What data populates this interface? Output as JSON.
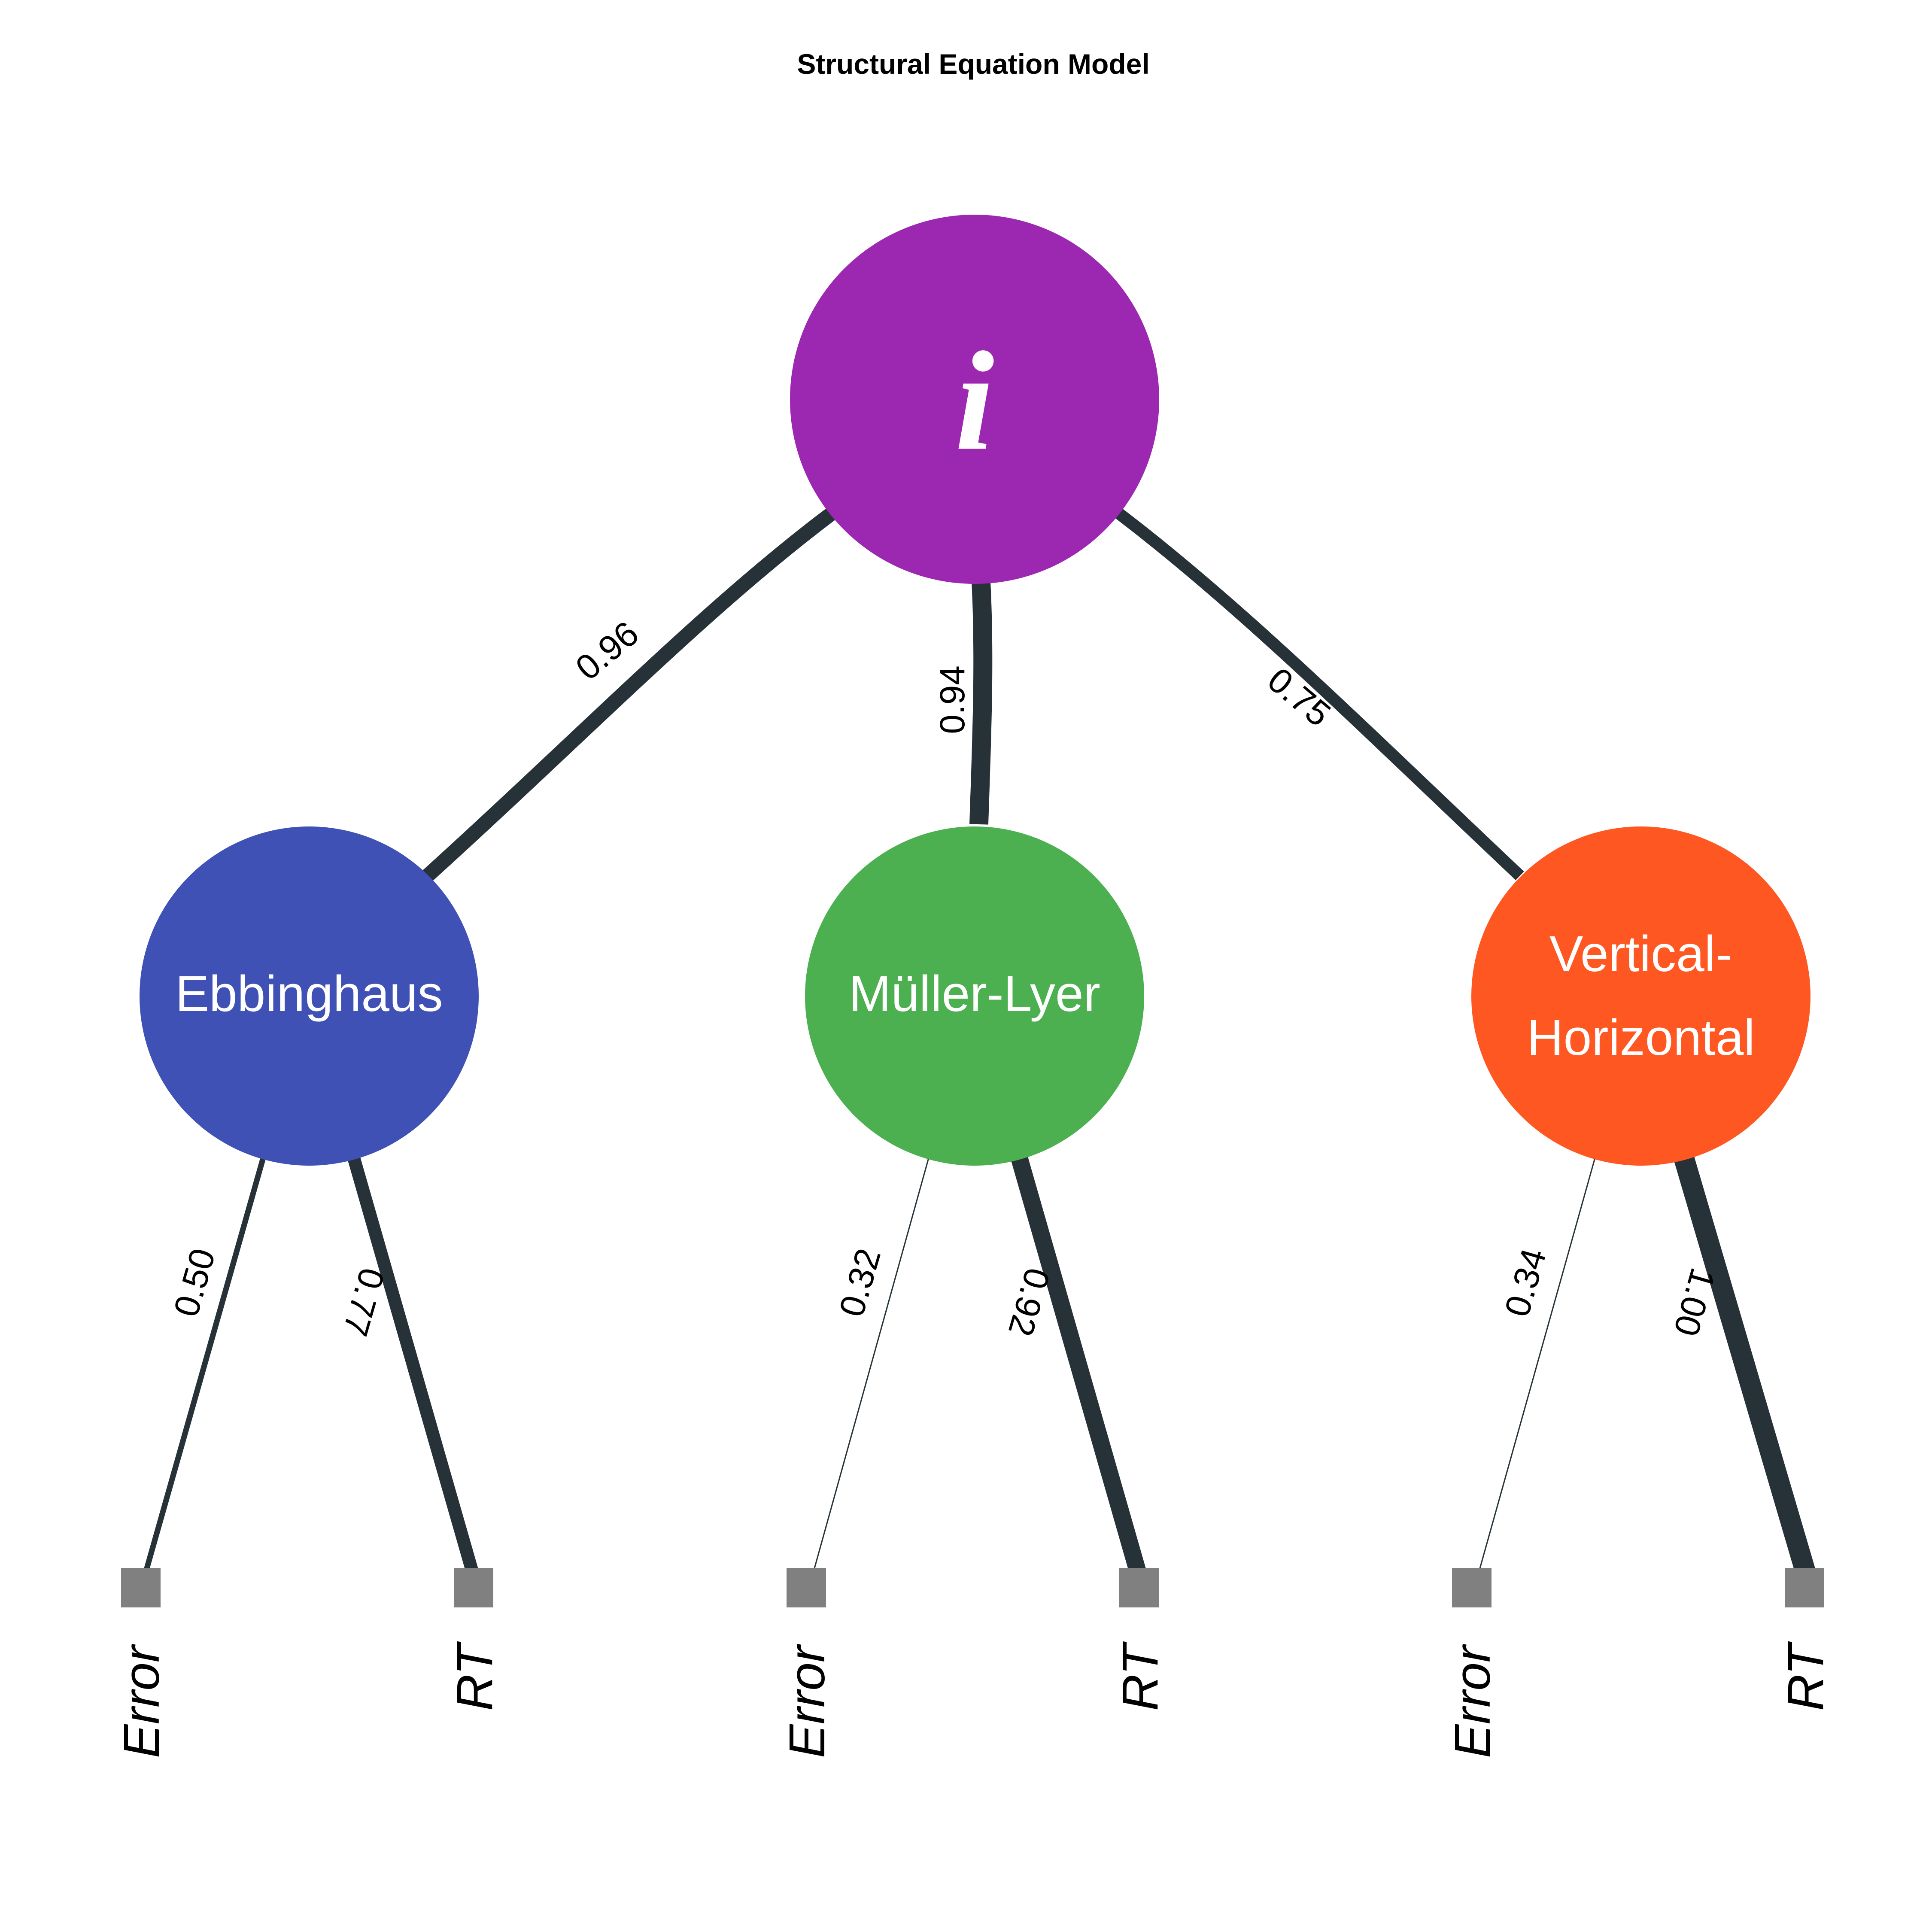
{
  "title": "Structural Equation Model",
  "colors": {
    "edge": "#263238",
    "indicator": "#808080",
    "node_text": "#ffffff",
    "text": "#000000"
  },
  "general_factor": {
    "label": "i",
    "color": "#9C27B0"
  },
  "factors": [
    {
      "label_lines": [
        "Ebbinghaus"
      ],
      "color": "#3F51B5",
      "loading": "0.96"
    },
    {
      "label_lines": [
        "Müller-Lyer"
      ],
      "color": "#4CAF50",
      "loading": "0.94"
    },
    {
      "label_lines": [
        "Vertical-",
        "Horizontal"
      ],
      "color": "#FF5722",
      "loading": "0.75"
    }
  ],
  "indicators": [
    {
      "label": "Error",
      "factor": 0,
      "loading": "0.50"
    },
    {
      "label": "RT",
      "factor": 0,
      "loading": "0.77"
    },
    {
      "label": "Error",
      "factor": 1,
      "loading": "0.32"
    },
    {
      "label": "RT",
      "factor": 1,
      "loading": "0.92"
    },
    {
      "label": "Error",
      "factor": 2,
      "loading": "0.34"
    },
    {
      "label": "RT",
      "factor": 2,
      "loading": "1.00"
    }
  ]
}
